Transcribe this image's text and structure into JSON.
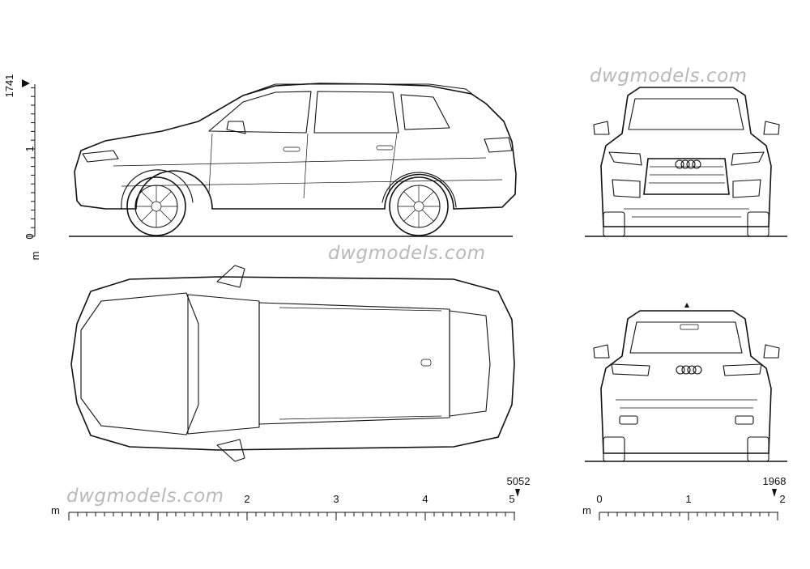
{
  "watermarks": [
    "dwgmodels.com",
    "dwgmodels.com",
    "dwgmodels.com"
  ],
  "unit": "m",
  "views": {
    "side": {
      "unit": "m",
      "height_dim": "1741",
      "ticks": [
        "0",
        "1"
      ]
    },
    "top": {
      "unit": "m",
      "length_dim": "5052",
      "ticks": [
        "2",
        "3",
        "4",
        "5"
      ]
    },
    "front": {},
    "rear": {
      "unit": "m",
      "width_dim": "1968",
      "ticks": [
        "0",
        "1",
        "2"
      ]
    }
  }
}
